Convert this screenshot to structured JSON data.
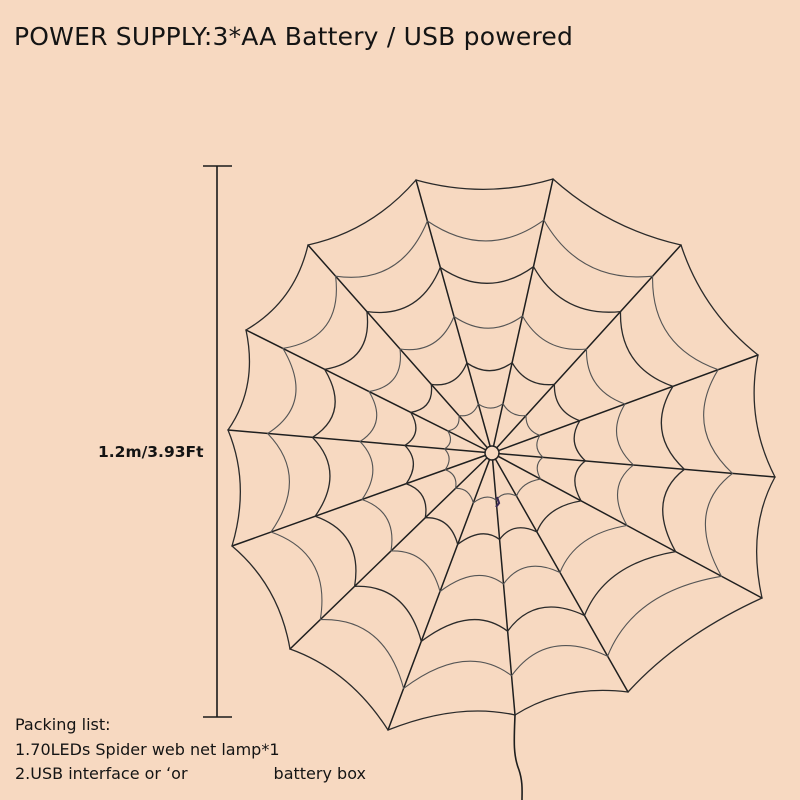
{
  "header": {
    "title": "POWER SUPPLY:3*AA Battery / USB powered"
  },
  "dimension": {
    "label": "1.2m/3.93Ft"
  },
  "packing_list": {
    "heading": "Packing list:",
    "item_1": "1.70LEDs Spider web net lamp*1",
    "item_2_part_a": "2.USB interface or ʻor",
    "item_2_part_b": "battery box"
  },
  "product": {
    "name": "Spider web net lamp",
    "led_count": 70,
    "web_color": "#1c1c1c",
    "background_color": "#f7d9c1"
  }
}
